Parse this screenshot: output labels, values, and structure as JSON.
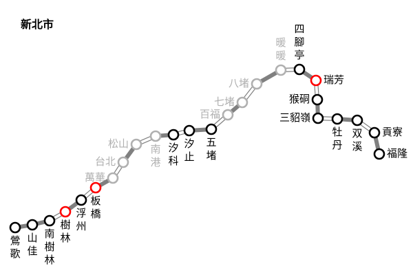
{
  "title": "新北市",
  "colors": {
    "active": "#000000",
    "transfer": "#ff0000",
    "inactive": "#b0b0b0",
    "line": "#808080"
  },
  "stations": [
    {
      "name": "鶯歌",
      "state": "active"
    },
    {
      "name": "山佳",
      "state": "active"
    },
    {
      "name": "南樹林",
      "state": "active"
    },
    {
      "name": "樹林",
      "state": "transfer"
    },
    {
      "name": "浮州",
      "state": "active"
    },
    {
      "name": "板橋",
      "state": "transfer"
    },
    {
      "name": "萬華",
      "state": "inactive"
    },
    {
      "name": "台北",
      "state": "inactive"
    },
    {
      "name": "松山",
      "state": "inactive"
    },
    {
      "name": "南港",
      "state": "inactive"
    },
    {
      "name": "汐科",
      "state": "active"
    },
    {
      "name": "汐止",
      "state": "active"
    },
    {
      "name": "五堵",
      "state": "active"
    },
    {
      "name": "百福",
      "state": "inactive"
    },
    {
      "name": "七堵",
      "state": "inactive"
    },
    {
      "name": "八堵",
      "state": "inactive"
    },
    {
      "name": "暖暖",
      "state": "inactive"
    },
    {
      "name": "四腳亭",
      "state": "active"
    },
    {
      "name": "瑞芳",
      "state": "transfer"
    },
    {
      "name": "猴硐",
      "state": "active"
    },
    {
      "name": "三貂嶺",
      "state": "active"
    },
    {
      "name": "牡丹",
      "state": "active"
    },
    {
      "name": "双溪",
      "state": "active"
    },
    {
      "name": "貢寮",
      "state": "active"
    },
    {
      "name": "福隆",
      "state": "active"
    }
  ],
  "segments": [
    "thick",
    "thick",
    "double",
    "thick",
    "double",
    "thick",
    "double",
    "thick",
    "double",
    "thick",
    "double",
    "thick",
    "double",
    "thick",
    "double",
    "thick",
    "double",
    "thick",
    "double",
    "thick",
    "double",
    "thick",
    "double",
    "thick"
  ]
}
